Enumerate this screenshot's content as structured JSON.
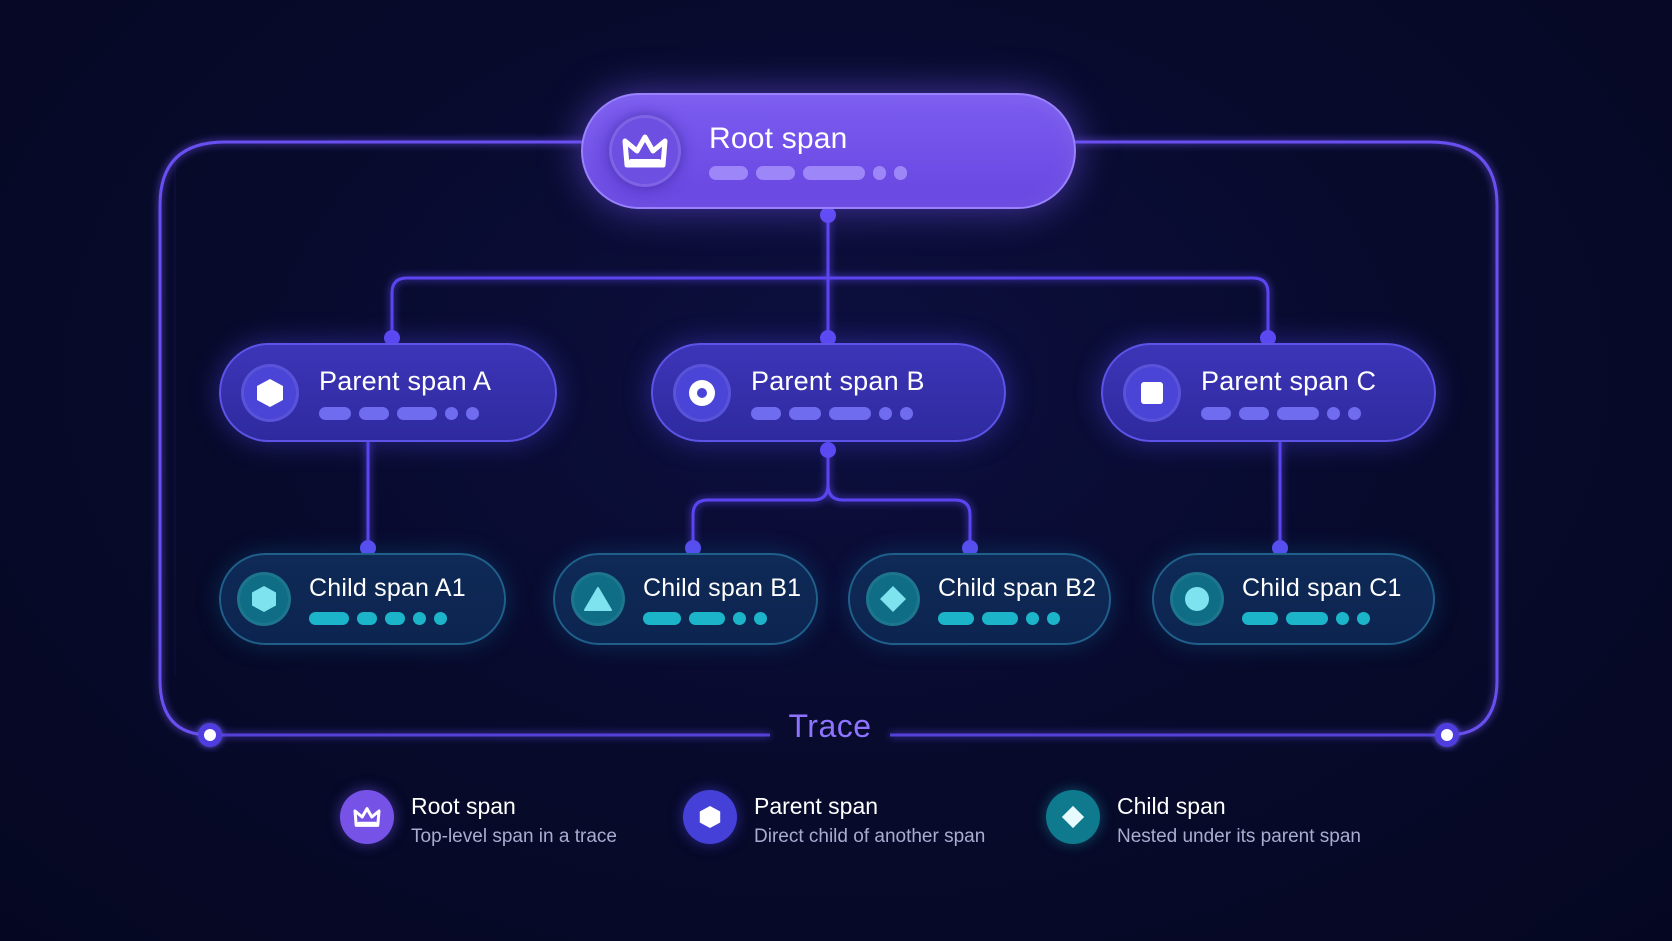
{
  "diagram": {
    "root": {
      "label": "Root span",
      "icon": "crown-icon"
    },
    "parents": [
      {
        "label": "Parent span A",
        "icon": "hexagon-icon"
      },
      {
        "label": "Parent span B",
        "icon": "target-icon"
      },
      {
        "label": "Parent span C",
        "icon": "square-icon"
      }
    ],
    "children": [
      {
        "label": "Child span A1",
        "icon": "hexagon-icon"
      },
      {
        "label": "Child span B1",
        "icon": "triangle-icon"
      },
      {
        "label": "Child span B2",
        "icon": "diamond-icon"
      },
      {
        "label": "Child span C1",
        "icon": "circle-icon"
      }
    ],
    "container_label": "Trace"
  },
  "legend": [
    {
      "title": "Root span",
      "description": "Top-level span in a trace",
      "icon": "crown-icon"
    },
    {
      "title": "Parent span",
      "description": "Direct child of another span",
      "icon": "hexagon-icon"
    },
    {
      "title": "Child span",
      "description": "Nested under its parent span",
      "icon": "diamond-icon"
    }
  ],
  "colors": {
    "background": "#070a2a",
    "root": "#7256ea",
    "parent": "#3a33b5",
    "child": "#0e2854",
    "connector": "#5b45f0",
    "trace_label": "#8d73ff",
    "child_accent": "#1cb4c8"
  }
}
